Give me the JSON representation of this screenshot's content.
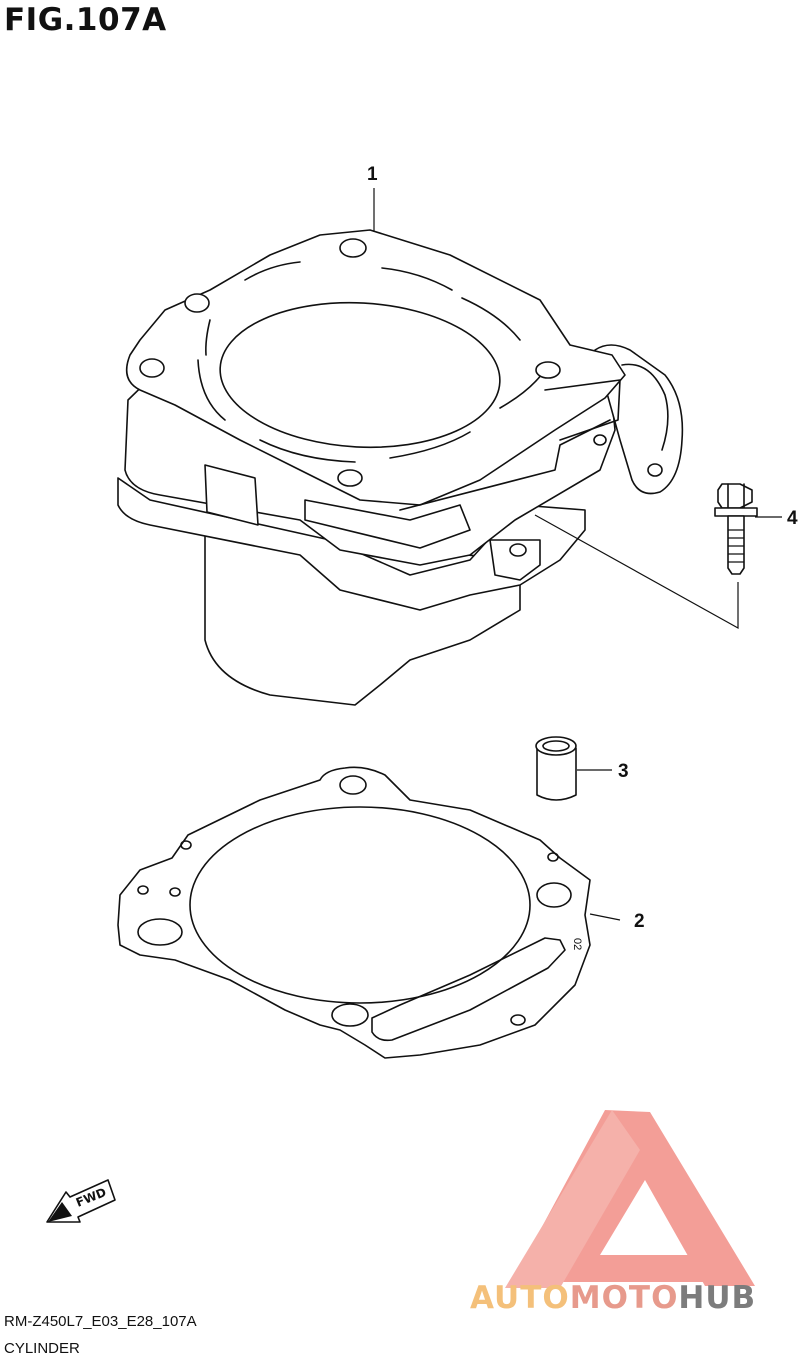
{
  "header": {
    "figure_title": "FIG.107A"
  },
  "footer": {
    "model_code": "RM-Z450L7_E03_E28_107A",
    "section_name": "CYLINDER"
  },
  "callouts": {
    "c1": "1",
    "c2": "2",
    "c3": "3",
    "c4": "4"
  },
  "fwd_label": "FWD",
  "watermark": {
    "part1": "AUTO",
    "part2": "MOTO",
    "part3": "HUB"
  },
  "colors": {
    "line": "#111111",
    "logo_pink": "#f28e86",
    "logo_gray": "#7c7c7c",
    "logo_orange": "#f4c07a"
  }
}
